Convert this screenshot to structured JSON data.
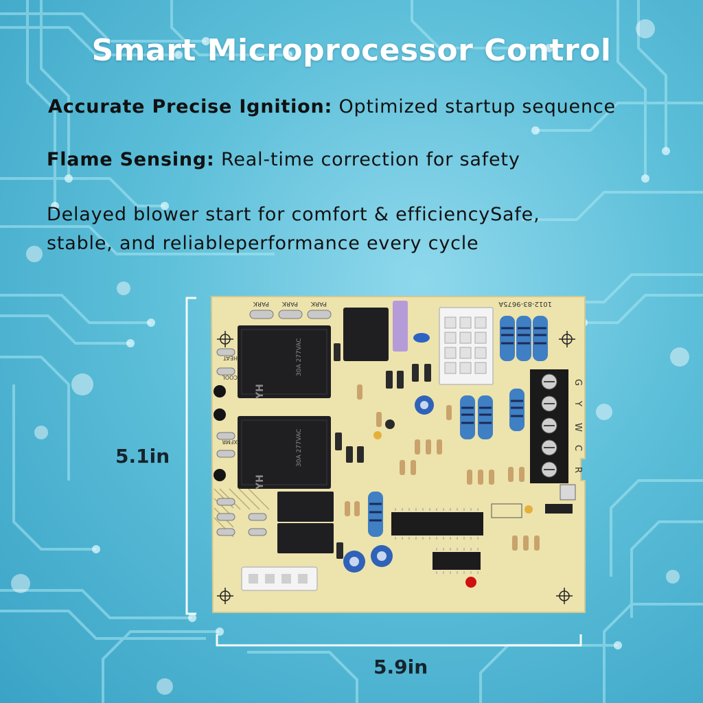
{
  "header": {
    "title": "Smart Microprocessor Control"
  },
  "features": [
    {
      "label": "Accurate Precise Ignition:",
      "text": " Optimized startup sequence"
    },
    {
      "label": "Flame Sensing:",
      "text": " Real-time correction for safety"
    }
  ],
  "description": {
    "line1": "Delayed blower start for comfort & efficiencySafe,",
    "line2": "stable, and reliableperformance every cycle"
  },
  "dimensions": {
    "height": "5.1in",
    "width": "5.9in"
  },
  "board": {
    "part_number": "1012-83-9675A",
    "park_labels": [
      "PARK",
      "PARK",
      "PARK"
    ],
    "terminal_labels": [
      "G",
      "Y",
      "W",
      "C",
      "R"
    ],
    "side_labels": [
      "HEAT",
      "COOL",
      "XFMR"
    ],
    "relay_brand": "YH",
    "relay_rating": "30A 277VAC",
    "colors": {
      "pcb": "#ede3ad",
      "relay": "#1f1f22",
      "resistor_blue": "#3f7fc4",
      "terminal_block": "#1a1a1a",
      "led": "#d01010",
      "connector": "#f4f4f4",
      "purple_switch": "#b59cd8",
      "background": "#5dbfd9",
      "circuit_trace": "#a6e6f2"
    }
  }
}
